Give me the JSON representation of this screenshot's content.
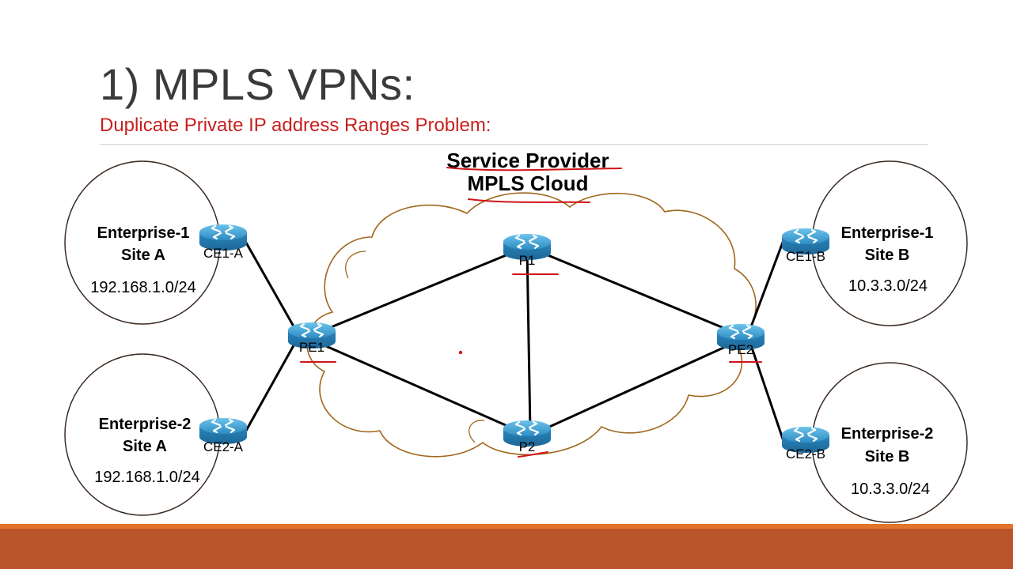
{
  "slide": {
    "title": "1) MPLS VPNs:",
    "subtitle": "Duplicate Private IP address Ranges Problem:"
  },
  "cloud": {
    "title_line1": "Service Provider",
    "title_line2": "MPLS Cloud"
  },
  "sites": {
    "ent1_a": {
      "name": "Enterprise-1",
      "site": "Site A",
      "subnet": "192.168.1.0/24"
    },
    "ent2_a": {
      "name": "Enterprise-2",
      "site": "Site A",
      "subnet": "192.168.1.0/24"
    },
    "ent1_b": {
      "name": "Enterprise-1",
      "site": "Site B",
      "subnet": "10.3.3.0/24"
    },
    "ent2_b": {
      "name": "Enterprise-2",
      "site": "Site B",
      "subnet": "10.3.3.0/24"
    }
  },
  "routers": {
    "ce1a": "CE1-A",
    "ce2a": "CE2-A",
    "pe1": "PE1",
    "p1": "P1",
    "p2": "P2",
    "pe2": "PE2",
    "ce1b": "CE1-B",
    "ce2b": "CE2-B"
  },
  "colors": {
    "subtitle": "#c8201e",
    "cloud_outline": "#a0661c",
    "router_fill": "#2f8fc4",
    "annotation_red": "#d0141a",
    "footer_bar": "#b9542b"
  }
}
